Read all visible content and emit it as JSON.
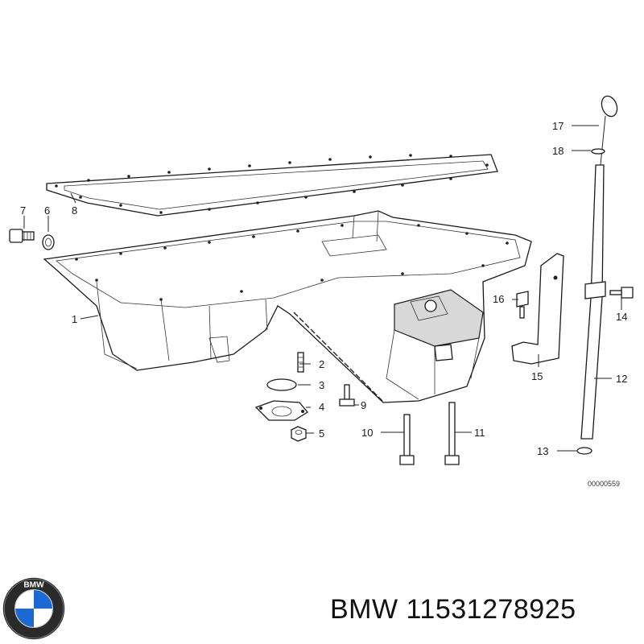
{
  "diagram": {
    "drawing_code": "00000559",
    "callouts": [
      {
        "id": "c1",
        "label": "1"
      },
      {
        "id": "c2",
        "label": "2"
      },
      {
        "id": "c3",
        "label": "3"
      },
      {
        "id": "c4",
        "label": "4"
      },
      {
        "id": "c5",
        "label": "5"
      },
      {
        "id": "c6",
        "label": "6"
      },
      {
        "id": "c7",
        "label": "7"
      },
      {
        "id": "c8",
        "label": "8"
      },
      {
        "id": "c9",
        "label": "9"
      },
      {
        "id": "c10",
        "label": "10"
      },
      {
        "id": "c11",
        "label": "11"
      },
      {
        "id": "c12",
        "label": "12"
      },
      {
        "id": "c13",
        "label": "13"
      },
      {
        "id": "c14",
        "label": "14"
      },
      {
        "id": "c15",
        "label": "15"
      },
      {
        "id": "c16",
        "label": "16"
      },
      {
        "id": "c17",
        "label": "17"
      },
      {
        "id": "c18",
        "label": "18"
      }
    ]
  },
  "footer": {
    "brand": "BMW",
    "part_number": "11531278925",
    "logo_letters": "BMW",
    "logo_colors": {
      "ring": "#2a2a2a",
      "blue": "#1c69d4",
      "white": "#ffffff"
    }
  }
}
